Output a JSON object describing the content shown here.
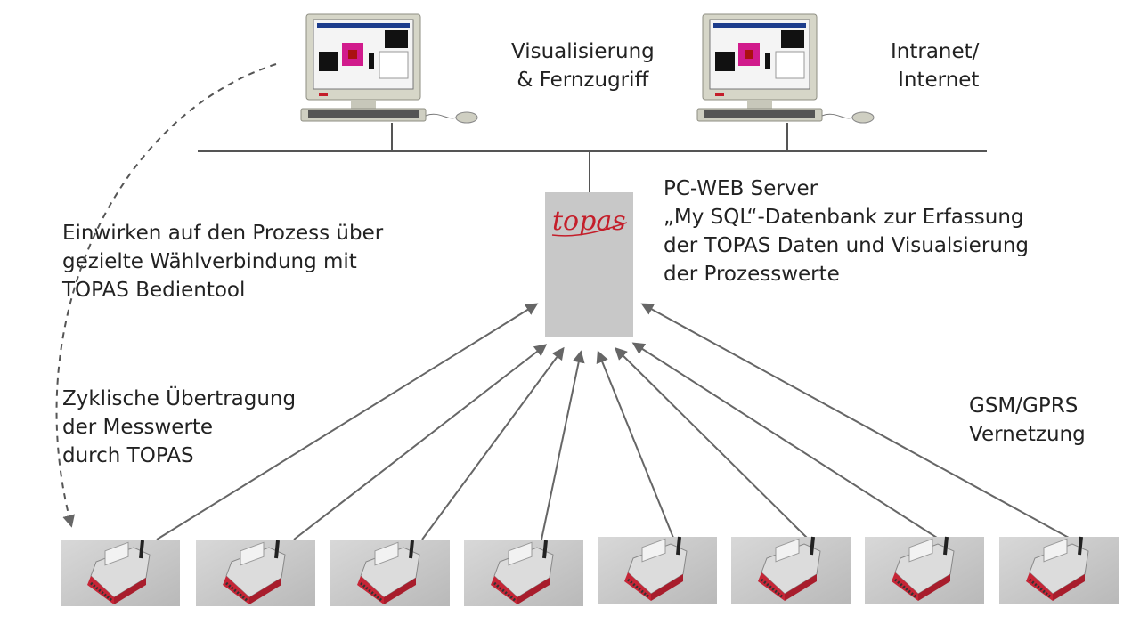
{
  "labels": {
    "visualization": "Visualisierung\n& Fernzugriff",
    "intranet": "Intranet/\nInternet",
    "server": "PC-WEB Server\n„My SQL“-Datenbank zur Erfassung\nder TOPAS Daten und Visualsierung\nder Prozesswerte",
    "dial": "Einwirken auf den Prozess über\ngezielte Wählverbindung mit\nTOPAS Bedientool",
    "cyclic": "Zyklische Übertragung\nder Messwerte\ndurch TOPAS",
    "gsm": "GSM/GPRS\nVernetzung"
  },
  "server_logo": "topas",
  "colors": {
    "server": "#c8c8c8",
    "logo": "#c41e2a",
    "line": "#555555",
    "arrow": "#666666",
    "device_body": "#c62536",
    "device_top": "#dcdcdc"
  },
  "icons": {
    "workstation": "desktop-computer-icon",
    "device": "topas-gsm-module-icon"
  },
  "device_count": 8
}
